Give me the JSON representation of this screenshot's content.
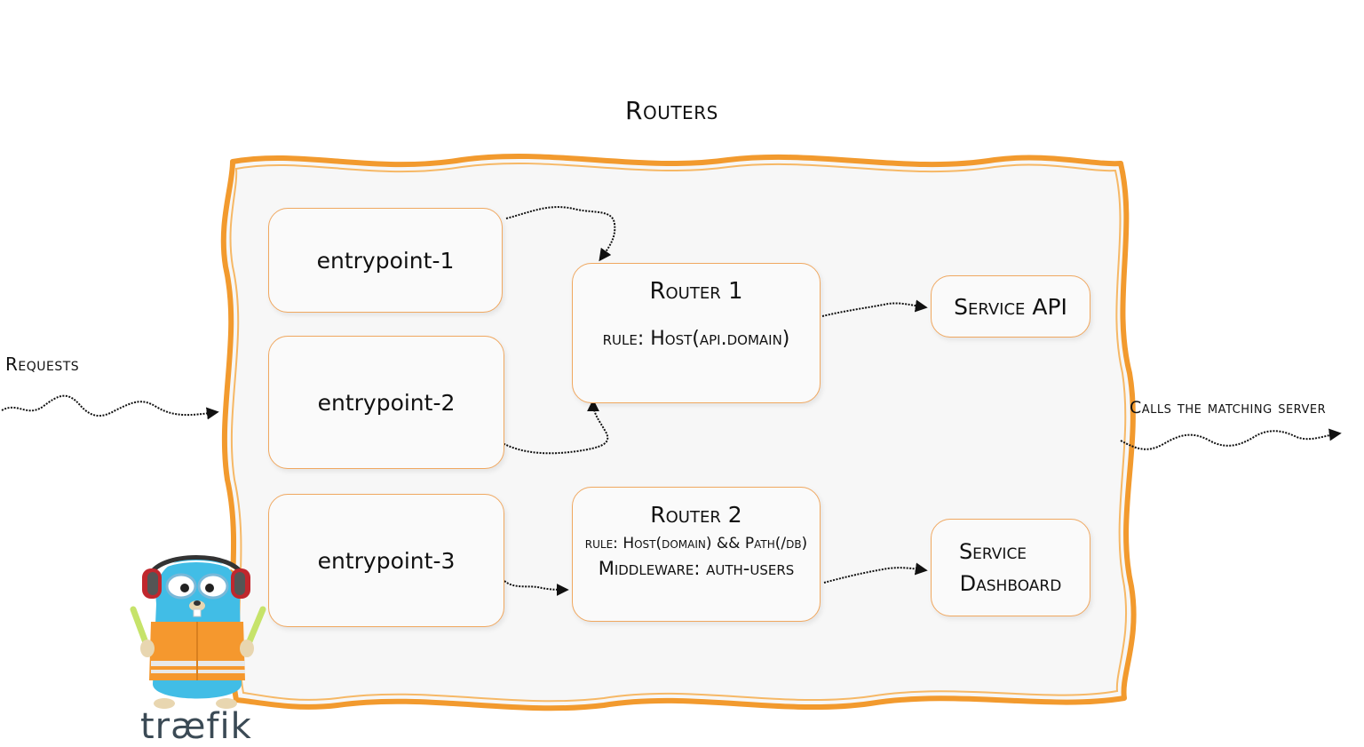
{
  "title": "Routers",
  "left_label": "Requests",
  "right_label": "Calls the matching server",
  "entrypoints": [
    "entrypoint-1",
    "entrypoint-2",
    "entrypoint-3"
  ],
  "router1": {
    "name": "Router 1",
    "rule": "rule: Host(api.domain)"
  },
  "router2": {
    "name": "Router 2",
    "rule": "rule: Host(domain) && Path(/db)",
    "middleware": "Middleware: auth-users"
  },
  "service_api": "Service API",
  "service_dashboard": {
    "line1": "Service",
    "line2": "Dashboard"
  },
  "logo": {
    "text": "træfik",
    "icon": "traefik-gopher-mascot-icon"
  },
  "colors": {
    "frame": "#f29a2e",
    "box_border": "#f0a860",
    "box_fill": "#fafafa",
    "arrow": "#111111"
  }
}
